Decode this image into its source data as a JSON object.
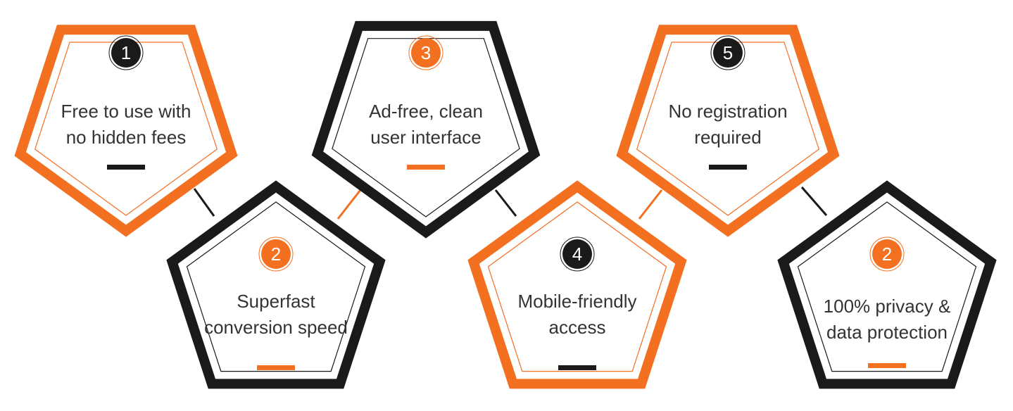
{
  "colors": {
    "orange": "#F37021",
    "black": "#1A1A1A",
    "text": "#333333",
    "white": "#FFFFFF"
  },
  "features": [
    {
      "number": "1",
      "lines": [
        "Free to use with",
        "no hidden fees"
      ],
      "color": "orange",
      "badge_color": "black",
      "dash_color": "black",
      "orientation": "down"
    },
    {
      "number": "2",
      "lines": [
        "Superfast",
        "conversion speed"
      ],
      "color": "black",
      "badge_color": "orange",
      "dash_color": "orange",
      "orientation": "up"
    },
    {
      "number": "3",
      "lines": [
        "Ad-free, clean",
        "user interface"
      ],
      "color": "black",
      "badge_color": "orange",
      "dash_color": "orange",
      "orientation": "down"
    },
    {
      "number": "4",
      "lines": [
        "Mobile-friendly",
        "access"
      ],
      "color": "orange",
      "badge_color": "black",
      "dash_color": "black",
      "orientation": "up"
    },
    {
      "number": "5",
      "lines": [
        "No registration",
        "required"
      ],
      "color": "orange",
      "badge_color": "black",
      "dash_color": "black",
      "orientation": "down"
    },
    {
      "number": "2",
      "lines": [
        "100% privacy &",
        "data protection"
      ],
      "color": "black",
      "badge_color": "orange",
      "dash_color": "orange",
      "orientation": "up"
    }
  ],
  "connectors": [
    {
      "color": "black"
    },
    {
      "color": "orange"
    },
    {
      "color": "black"
    },
    {
      "color": "orange"
    },
    {
      "color": "black"
    }
  ]
}
